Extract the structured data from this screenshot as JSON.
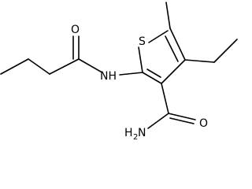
{
  "molecule": {
    "atoms": {
      "sulfur": "S",
      "amide_oxygen_left": "O",
      "amide_nh": "NH",
      "amide_oxygen_right": "O",
      "amine_h": "H",
      "amine_h_count": "2",
      "amine_n": "N"
    },
    "colors": {
      "bond": "#000000",
      "label": "#000000",
      "background": "#ffffff"
    }
  }
}
